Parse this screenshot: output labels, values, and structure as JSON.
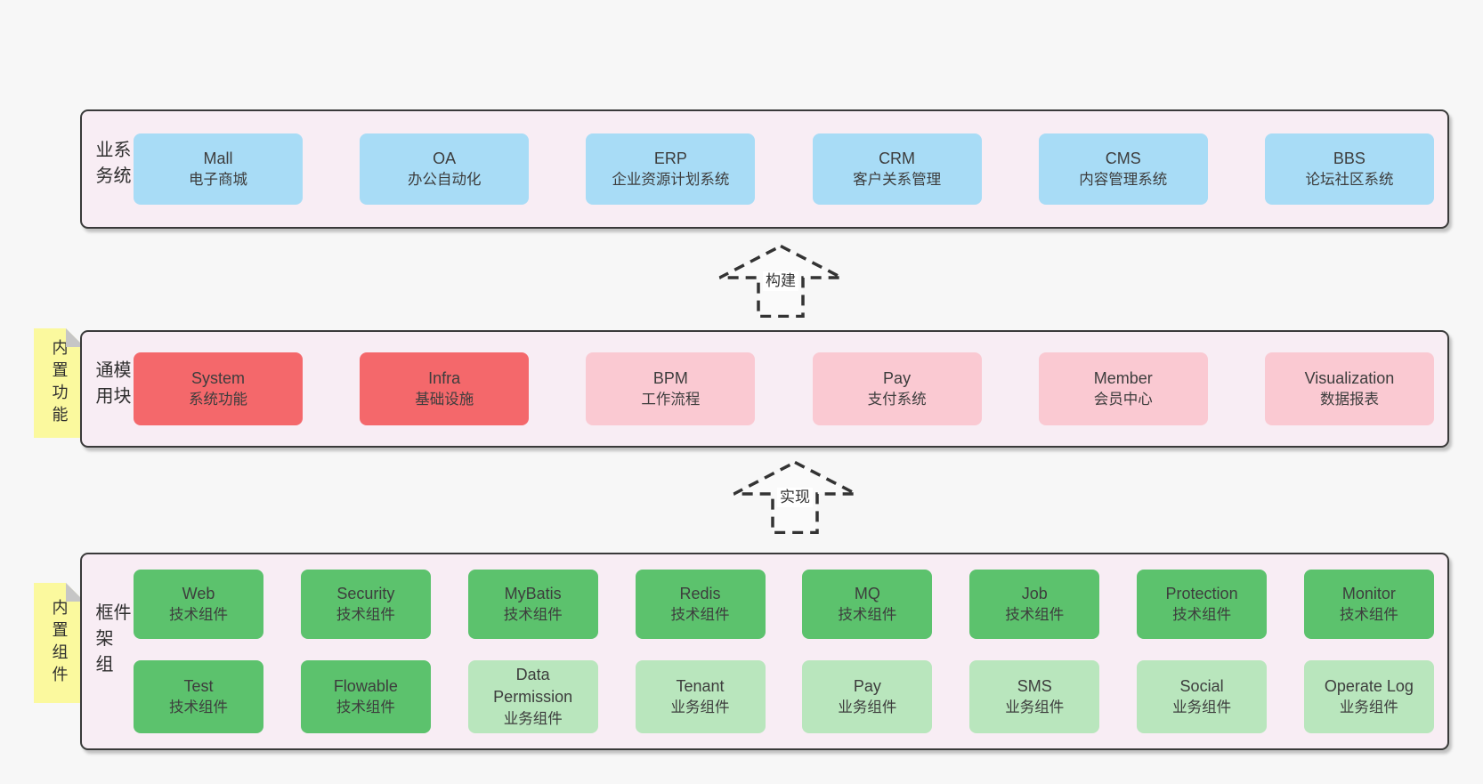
{
  "colors": {
    "band_background": "#f8edf4",
    "band_border": "#3a3a3a",
    "blue_box": "#a8dcf6",
    "red_box": "#f4686b",
    "pink_box": "#fac9d2",
    "green_box": "#5cc26d",
    "light_green_box": "#b9e6bd",
    "note_yellow": "#fbf99e",
    "page_background": "#f7f7f7",
    "arrow_dash": "#333333"
  },
  "arrows": [
    {
      "label": "构建"
    },
    {
      "label": "实现"
    }
  ],
  "bands": [
    {
      "label": "业务系统",
      "boxes": [
        {
          "name": "Mall",
          "sub": "电子商城"
        },
        {
          "name": "OA",
          "sub": "办公自动化"
        },
        {
          "name": "ERP",
          "sub": "企业资源计划系统"
        },
        {
          "name": "CRM",
          "sub": "客户关系管理"
        },
        {
          "name": "CMS",
          "sub": "内容管理系统"
        },
        {
          "name": "BBS",
          "sub": "论坛社区系统"
        }
      ]
    },
    {
      "label": "通用模块",
      "note": "内置功能",
      "boxes": [
        {
          "name": "System",
          "sub": "系统功能"
        },
        {
          "name": "Infra",
          "sub": "基础设施"
        },
        {
          "name": "BPM",
          "sub": "工作流程"
        },
        {
          "name": "Pay",
          "sub": "支付系统"
        },
        {
          "name": "Member",
          "sub": "会员中心"
        },
        {
          "name": "Visualization",
          "sub": "数据报表"
        }
      ]
    },
    {
      "label": "框架组件",
      "note": "内置组件",
      "rows": [
        [
          {
            "name": "Web",
            "sub": "技术组件"
          },
          {
            "name": "Security",
            "sub": "技术组件"
          },
          {
            "name": "MyBatis",
            "sub": "技术组件"
          },
          {
            "name": "Redis",
            "sub": "技术组件"
          },
          {
            "name": "MQ",
            "sub": "技术组件"
          },
          {
            "name": "Job",
            "sub": "技术组件"
          },
          {
            "name": "Protection",
            "sub": "技术组件"
          },
          {
            "name": "Monitor",
            "sub": "技术组件"
          }
        ],
        [
          {
            "name": "Test",
            "sub": "技术组件"
          },
          {
            "name": "Flowable",
            "sub": "技术组件"
          },
          {
            "name": "Data\nPermission",
            "sub": "业务组件"
          },
          {
            "name": "Tenant",
            "sub": "业务组件"
          },
          {
            "name": "Pay",
            "sub": "业务组件"
          },
          {
            "name": "SMS",
            "sub": "业务组件"
          },
          {
            "name": "Social",
            "sub": "业务组件"
          },
          {
            "name": "Operate Log",
            "sub": "业务组件"
          }
        ]
      ]
    }
  ]
}
